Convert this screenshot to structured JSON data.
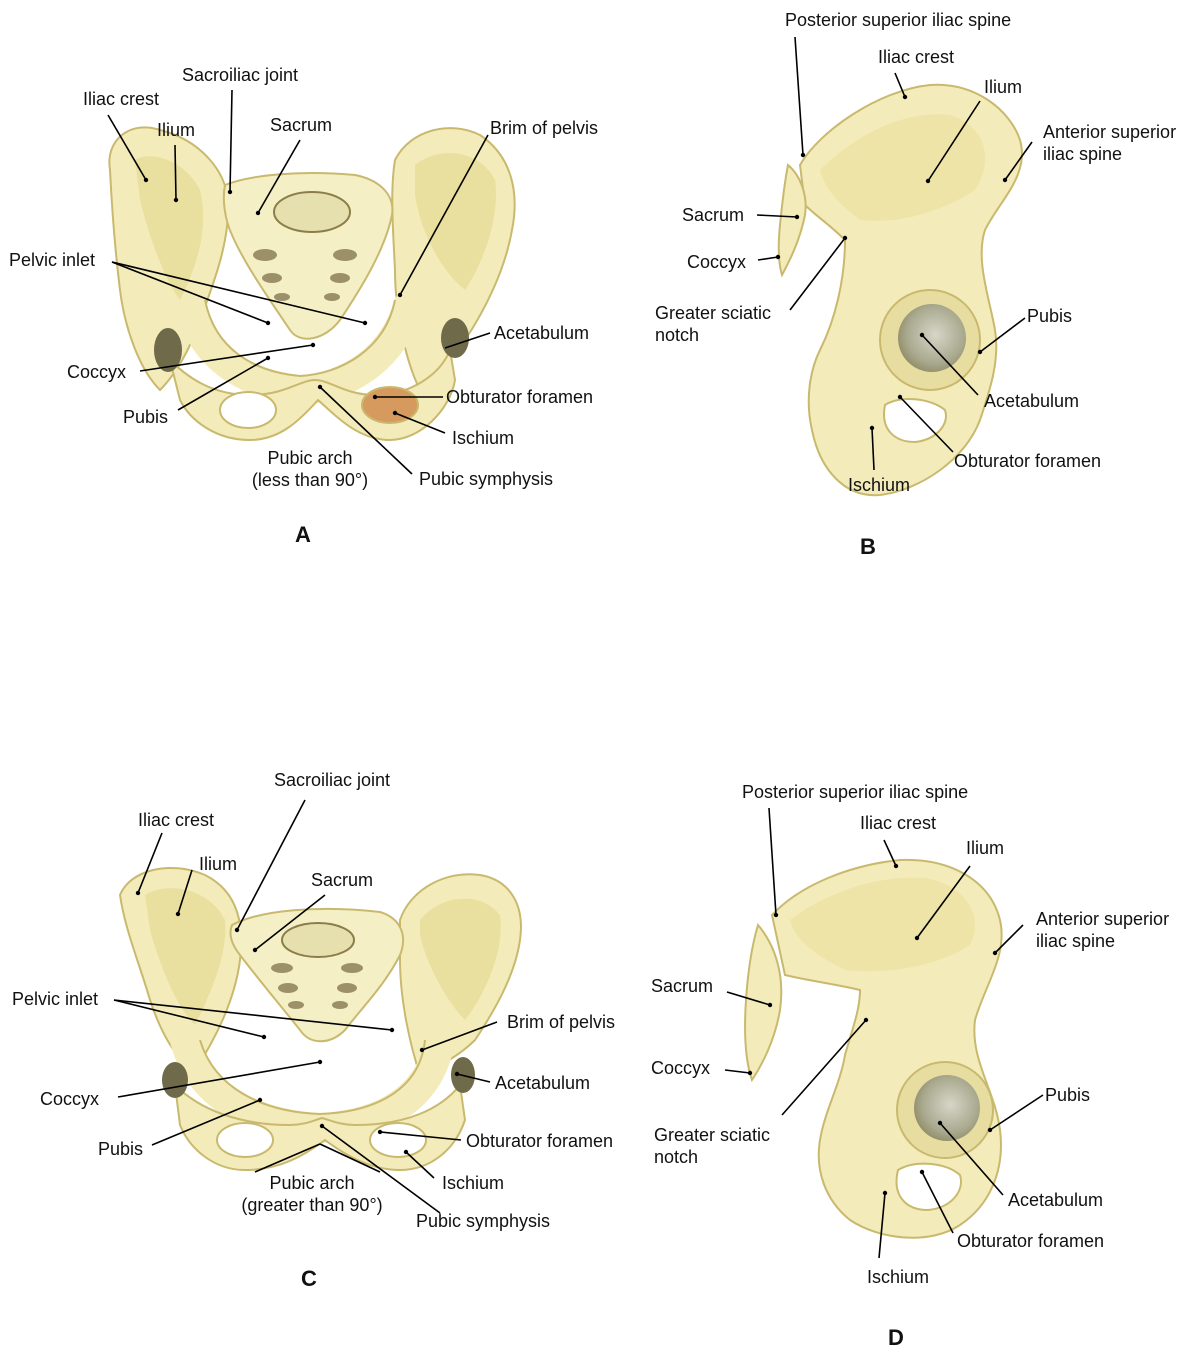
{
  "colors": {
    "bone": "#f3ecba",
    "bone_shade": "#e2d693",
    "bone_edge": "#c9b96e",
    "foramen": "#d79a5e",
    "cavity": "#b9b28a",
    "line": "#000000"
  },
  "panels": {
    "A": {
      "letter": "A",
      "labels": {
        "iliac_crest": "Iliac crest",
        "ilium": "Ilium",
        "sacroiliac_joint": "Sacroiliac joint",
        "sacrum": "Sacrum",
        "brim_of_pelvis": "Brim of pelvis",
        "pelvic_inlet": "Pelvic inlet",
        "acetabulum": "Acetabulum",
        "coccyx": "Coccyx",
        "obturator_foramen": "Obturator foramen",
        "pubis": "Pubis",
        "ischium": "Ischium",
        "pubic_arch_line1": "Pubic arch",
        "pubic_arch_line2": "(less than 90°)",
        "pubic_symphysis": "Pubic symphysis"
      }
    },
    "B": {
      "letter": "B",
      "labels": {
        "posterior_superior_iliac_spine": "Posterior superior iliac spine",
        "iliac_crest": "Iliac crest",
        "ilium": "Ilium",
        "anterior_superior_line1": "Anterior superior",
        "anterior_superior_line2": "iliac spine",
        "sacrum": "Sacrum",
        "coccyx": "Coccyx",
        "greater_sciatic_line1": "Greater sciatic",
        "greater_sciatic_line2": "notch",
        "pubis": "Pubis",
        "acetabulum": "Acetabulum",
        "obturator_foramen": "Obturator foramen",
        "ischium": "Ischium"
      }
    },
    "C": {
      "letter": "C",
      "labels": {
        "sacroiliac_joint": "Sacroiliac joint",
        "iliac_crest": "Iliac crest",
        "ilium": "Ilium",
        "sacrum": "Sacrum",
        "pelvic_inlet": "Pelvic inlet",
        "brim_of_pelvis": "Brim of pelvis",
        "coccyx": "Coccyx",
        "acetabulum": "Acetabulum",
        "pubis": "Pubis",
        "obturator_foramen": "Obturator foramen",
        "ischium": "Ischium",
        "pubic_arch_line1": "Pubic arch",
        "pubic_arch_line2": "(greater than 90°)",
        "pubic_symphysis": "Pubic symphysis"
      }
    },
    "D": {
      "letter": "D",
      "labels": {
        "posterior_superior_iliac_spine": "Posterior superior iliac spine",
        "iliac_crest": "Iliac crest",
        "ilium": "Ilium",
        "anterior_superior_line1": "Anterior superior",
        "anterior_superior_line2": "iliac spine",
        "sacrum": "Sacrum",
        "coccyx": "Coccyx",
        "greater_sciatic_line1": "Greater sciatic",
        "greater_sciatic_line2": "notch",
        "pubis": "Pubis",
        "acetabulum": "Acetabulum",
        "obturator_foramen": "Obturator foramen",
        "ischium": "Ischium"
      }
    }
  }
}
